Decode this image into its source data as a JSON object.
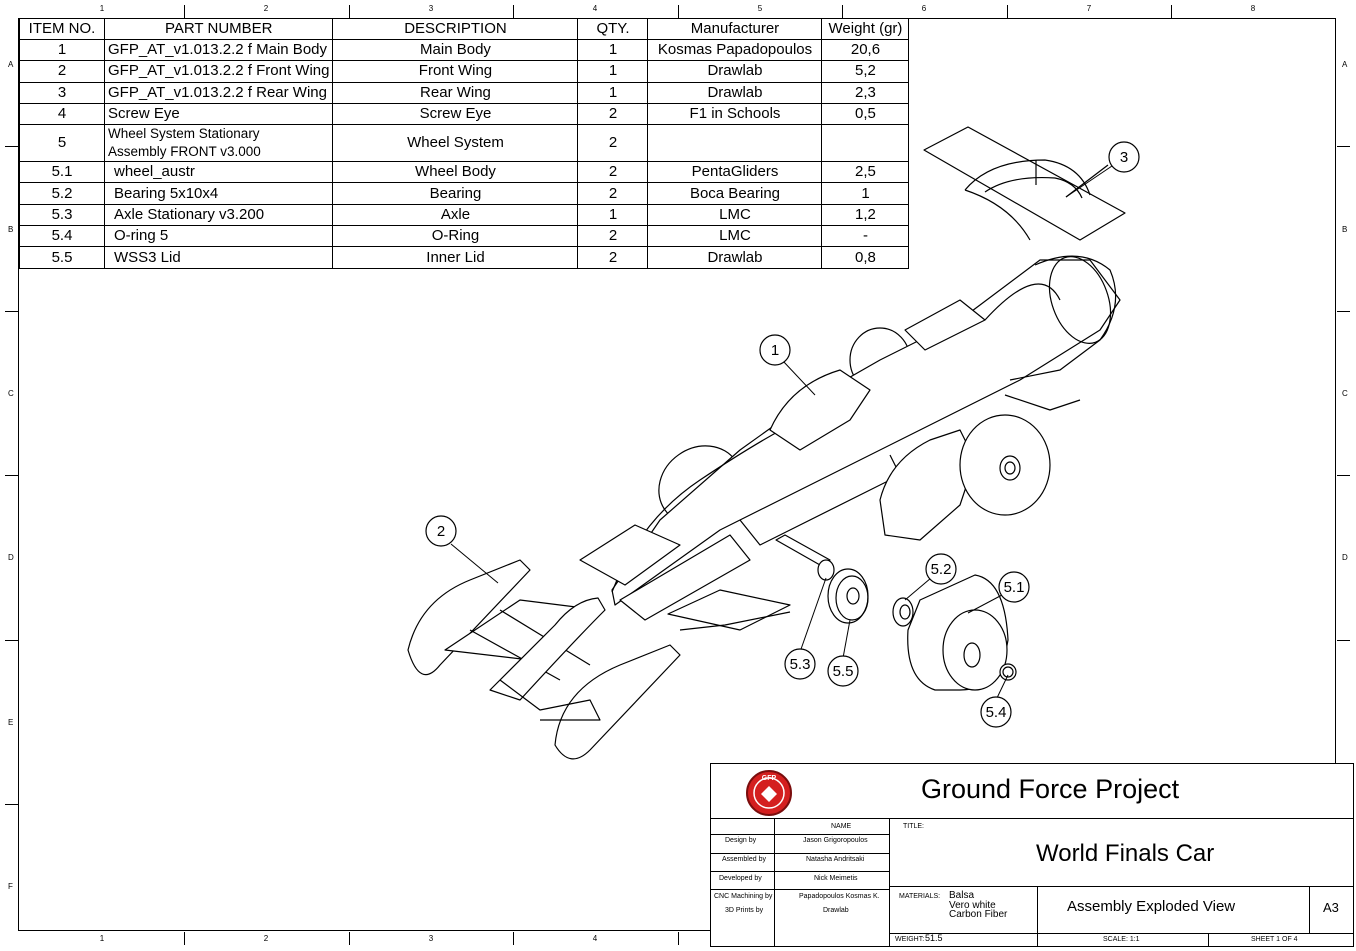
{
  "zones": {
    "columns": [
      "1",
      "2",
      "3",
      "4",
      "5",
      "6",
      "7",
      "8"
    ],
    "columns_bottom": [
      "1",
      "2",
      "3",
      "4"
    ],
    "rows": [
      "A",
      "B",
      "C",
      "D",
      "E",
      "F"
    ]
  },
  "bom": {
    "headers": [
      "ITEM NO.",
      "PART NUMBER",
      "DESCRIPTION",
      "QTY.",
      "Manufacturer",
      "Weight (gr)"
    ],
    "rows": [
      {
        "item": "1",
        "part": "GFP_AT_v1.013.2.2 f Main Body",
        "desc": "Main Body",
        "qty": "1",
        "mfr": "Kosmas Papadopoulos",
        "weight": "20,6"
      },
      {
        "item": "2",
        "part": "GFP_AT_v1.013.2.2 f Front Wing",
        "desc": "Front Wing",
        "qty": "1",
        "mfr": "Drawlab",
        "weight": "5,2"
      },
      {
        "item": "3",
        "part": "GFP_AT_v1.013.2.2 f Rear Wing",
        "desc": "Rear Wing",
        "qty": "1",
        "mfr": "Drawlab",
        "weight": "2,3"
      },
      {
        "item": "4",
        "part": "Screw Eye",
        "desc": "Screw Eye",
        "qty": "2",
        "mfr": "F1 in Schools",
        "weight": "0,5"
      },
      {
        "item": "5",
        "part_line1": "Wheel System Stationary",
        "part_line2": "Assembly FRONT v3.000",
        "desc": "Wheel System",
        "qty": "2",
        "mfr": "",
        "weight": ""
      },
      {
        "item": "5.1",
        "part": "wheel_austr",
        "desc": "Wheel Body",
        "qty": "2",
        "mfr": "PentaGliders",
        "weight": "2,5"
      },
      {
        "item": "5.2",
        "part": "Bearing 5x10x4",
        "desc": "Bearing",
        "qty": "2",
        "mfr": "Boca Bearing",
        "weight": "1"
      },
      {
        "item": "5.3",
        "part": "Axle Stationary v3.200",
        "desc": "Axle",
        "qty": "1",
        "mfr": "LMC",
        "weight": "1,2"
      },
      {
        "item": "5.4",
        "part": "O-ring 5",
        "desc": "O-Ring",
        "qty": "2",
        "mfr": "LMC",
        "weight": "-"
      },
      {
        "item": "5.5",
        "part": "WSS3 Lid",
        "desc": "Inner Lid",
        "qty": "2",
        "mfr": "Drawlab",
        "weight": "0,8"
      }
    ]
  },
  "balloons": [
    "1",
    "2",
    "3",
    "5.1",
    "5.2",
    "5.3",
    "5.4",
    "5.5"
  ],
  "title_block": {
    "company": "Ground Force Project",
    "logo_text": "GFP",
    "name_header": "NAME",
    "title_label": "TITLE:",
    "title": "World Finals Car",
    "roles": [
      {
        "role": "Design by",
        "name": "Jason Grigoropoulos"
      },
      {
        "role": "Assembled by",
        "name": "Natasha Andritsaki"
      },
      {
        "role": "Developed by",
        "name": "Nick Meimetis"
      },
      {
        "role": "CNC Machining by",
        "name": "Papadopoulos Kosmas K."
      },
      {
        "role": "3D Prints by",
        "name": "Drawlab"
      }
    ],
    "materials_label": "MATERIALS:",
    "materials": [
      "Balsa",
      "Vero white",
      "Carbon Fiber"
    ],
    "view_name": "Assembly Exploded View",
    "size": "A3",
    "weight_label": "WEIGHT:",
    "weight": "51.5",
    "scale": "SCALE: 1:1",
    "sheet": "SHEET 1 OF 4"
  },
  "colors": {
    "logo_red": "#d41f1f",
    "line": "#000000"
  }
}
